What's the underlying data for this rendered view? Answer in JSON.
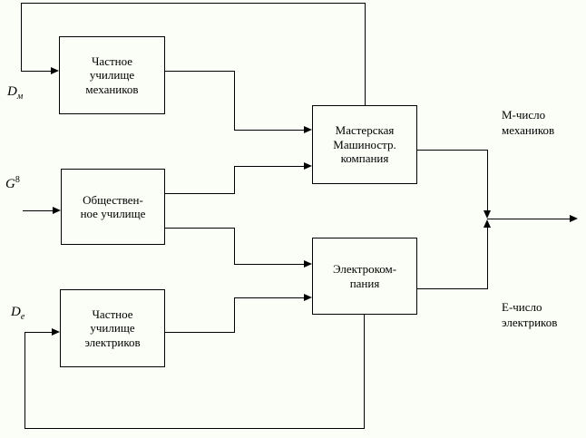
{
  "diagram": {
    "background_color": "#fbfdf7",
    "line_color": "#000000"
  },
  "boxes": [
    {
      "id": "private-mechanics-school",
      "lines": [
        "Частное",
        "училище",
        "механиков"
      ]
    },
    {
      "id": "public-school",
      "lines": [
        "Обществен-",
        "ное училище"
      ]
    },
    {
      "id": "private-electricians-school",
      "lines": [
        "Частное",
        "училище",
        "электриков"
      ]
    },
    {
      "id": "machine-building-company",
      "lines": [
        "Мастерская",
        "Машиностр.",
        "компания"
      ]
    },
    {
      "id": "electric-company",
      "lines": [
        "Электроком-",
        "пания"
      ]
    }
  ],
  "inputs": [
    {
      "id": "demand-mechanics",
      "base": "D",
      "sub": "м"
    },
    {
      "id": "government-supply",
      "base": "G",
      "sup": "8"
    },
    {
      "id": "demand-electricians",
      "base": "D",
      "sub": "е"
    }
  ],
  "outputs": [
    {
      "id": "mechanics-count",
      "lines": [
        "М-число",
        "механиков"
      ]
    },
    {
      "id": "electricians-count",
      "lines": [
        "Е-число",
        "электриков"
      ]
    }
  ]
}
